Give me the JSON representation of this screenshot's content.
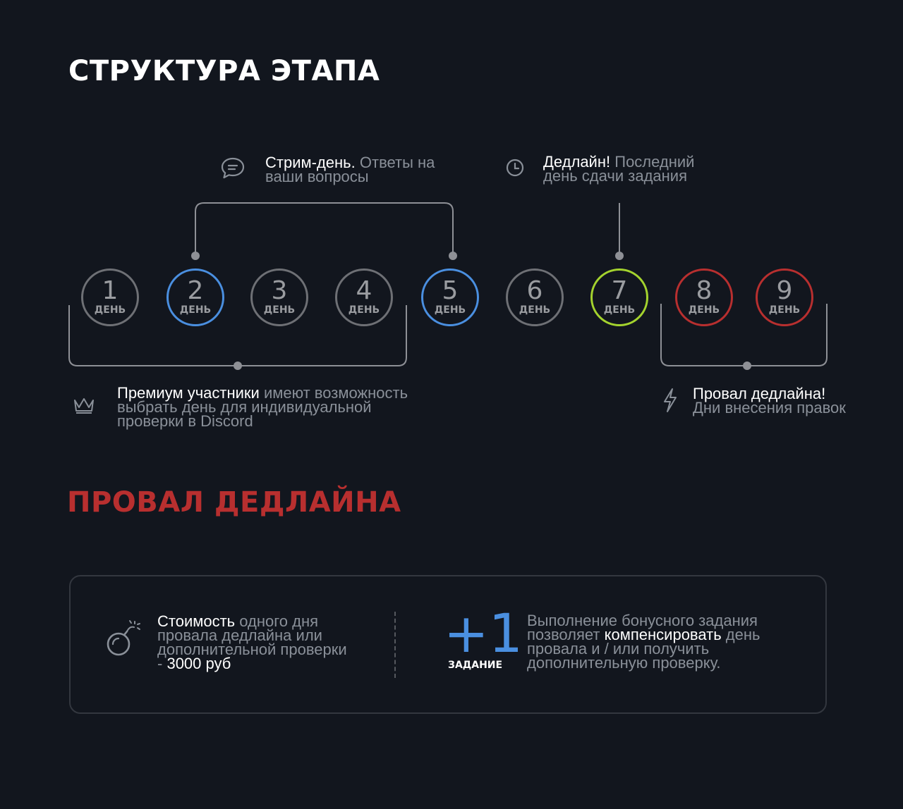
{
  "title": "СТРУКТУРА ЭТАПА",
  "notes": {
    "stream": {
      "highlight": "Стрим-день.",
      "rest": "Ответы на ваши вопросы"
    },
    "deadline": {
      "highlight": "Дедлайн!",
      "rest": "Последний день сдачи задания"
    },
    "premium": {
      "highlight": "Премиум участники",
      "rest": "имеют возможность выбрать день для индивидуальной проверки в Discord"
    },
    "fail": {
      "highlight": "Провал дедлайна!",
      "rest": "Дни внесения правок"
    }
  },
  "days": [
    {
      "num": "1",
      "label": "ДЕНЬ",
      "status": "default"
    },
    {
      "num": "2",
      "label": "ДЕНЬ",
      "status": "stream"
    },
    {
      "num": "3",
      "label": "ДЕНЬ",
      "status": "default"
    },
    {
      "num": "4",
      "label": "ДЕНЬ",
      "status": "default"
    },
    {
      "num": "5",
      "label": "ДЕНЬ",
      "status": "stream"
    },
    {
      "num": "6",
      "label": "ДЕНЬ",
      "status": "default"
    },
    {
      "num": "7",
      "label": "ДЕНЬ",
      "status": "deadline"
    },
    {
      "num": "8",
      "label": "ДЕНЬ",
      "status": "fail"
    },
    {
      "num": "9",
      "label": "ДЕНЬ",
      "status": "fail"
    }
  ],
  "section2_title": "ПРОВАЛ ДЕДЛАЙНА",
  "cost": {
    "highlight": "Стоимость",
    "rest": "одного дня провала дедлайна или дополнительной проверки -",
    "price": "3000 руб"
  },
  "bonus": {
    "big": "+1",
    "label": "ЗАДАНИЕ",
    "text_before": "Выполнение бонусного задания позволяет",
    "text_highlight": "компенсировать",
    "text_after": "день провала и / или получить дополнительную проверку."
  },
  "colors": {
    "background": "#12161e",
    "stream": "#4a8fe0",
    "deadline": "#a4d32e",
    "fail": "#b82f2f",
    "default": "#6e7075",
    "muted_text": "#8a9099"
  },
  "icons": {
    "stream": "chat-bubble-icon",
    "deadline": "clock-icon",
    "premium": "crown-icon",
    "fail": "lightning-icon",
    "cost": "bomb-icon"
  }
}
